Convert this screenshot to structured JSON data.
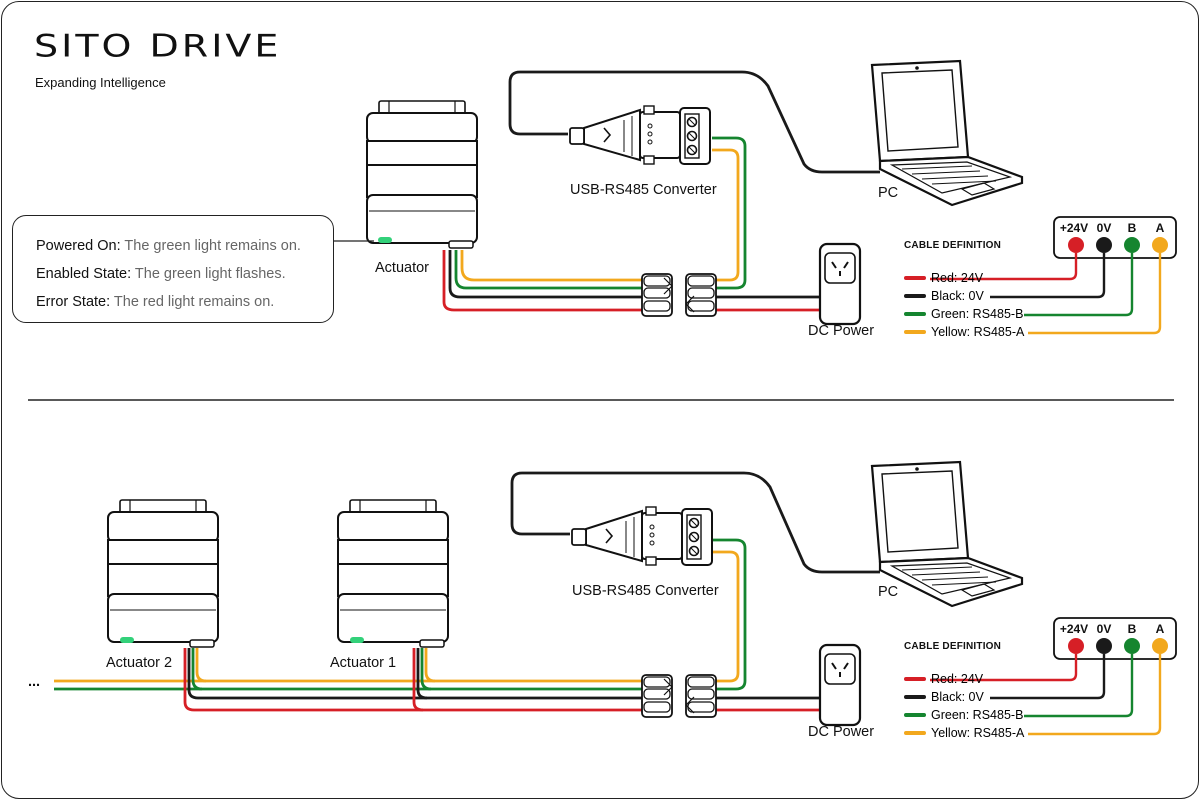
{
  "brand": {
    "logo": "SITO DRIVE",
    "tagline": "Expanding Intelligence"
  },
  "colors": {
    "red": "#d61f26",
    "black": "#1a1a1a",
    "green": "#15852f",
    "yellow": "#f2a81d",
    "led_green": "#33d17a"
  },
  "status_box": {
    "items": [
      {
        "key": "Powered On:",
        "value": " The green light remains on."
      },
      {
        "key": "Enabled State:",
        "value": " The green light flashes."
      },
      {
        "key": "Error State:",
        "value": " The red light remains on."
      }
    ]
  },
  "top": {
    "actuator_label": "Actuator",
    "converter_label": "USB-RS485 Converter",
    "pc_label": "PC",
    "power_label": "DC Power"
  },
  "bottom": {
    "actuator2_label": "Actuator 2",
    "actuator1_label": "Actuator 1",
    "ellipsis": "...",
    "converter_label": "USB-RS485 Converter",
    "pc_label": "PC",
    "power_label": "DC Power"
  },
  "cable_definition": {
    "title": "CABLE DEFINITION",
    "pins": [
      "+24V",
      "0V",
      "B",
      "A"
    ],
    "legend": [
      "Red: 24V",
      "Black: 0V",
      "Green: RS485-B",
      "Yellow: RS485-A"
    ]
  }
}
